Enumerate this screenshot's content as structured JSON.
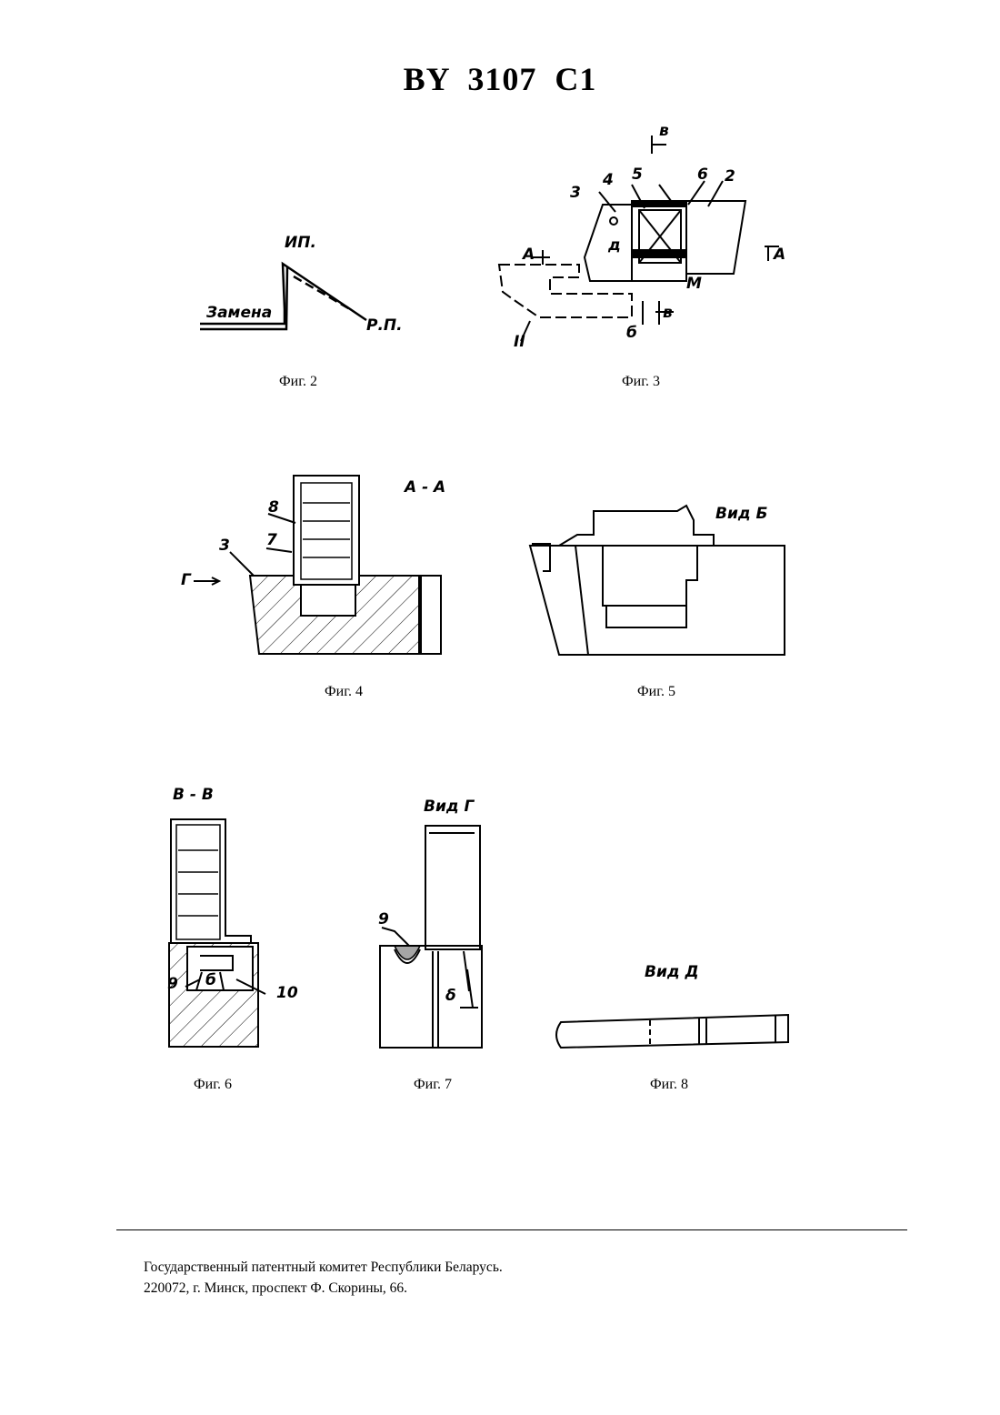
{
  "header": {
    "title": "BY 3107 C1"
  },
  "figures": {
    "fig2": {
      "caption": "Фиг. 2",
      "labels": {
        "top": "ИП.",
        "left": "Замена",
        "right": "Р.П."
      }
    },
    "fig3": {
      "caption": "Фиг. 3",
      "labels": {
        "n3": "3",
        "n4": "4",
        "n5": "5",
        "n6": "6",
        "n2": "2",
        "sectionA_left": "А",
        "sectionA_right": "А",
        "sectionB_top": "в",
        "sectionB_bottom": "б",
        "sectionV_bottom": "в",
        "m": "М",
        "roman2": "II",
        "d": "д"
      }
    },
    "fig4": {
      "caption": "Фиг. 4",
      "labels": {
        "section": "А - А",
        "n8": "8",
        "n7": "7",
        "n3": "3",
        "g": "Г"
      }
    },
    "fig5": {
      "caption": "Фиг. 5",
      "labels": {
        "view": "Вид Б"
      }
    },
    "fig6": {
      "caption": "Фиг. 6",
      "labels": {
        "section": "В - В",
        "n9": "9",
        "n6": "б",
        "n10": "10"
      }
    },
    "fig7": {
      "caption": "Фиг. 7",
      "labels": {
        "view": "Вид Г",
        "n9": "9",
        "delta": "δ"
      }
    },
    "fig8": {
      "caption": "Фиг. 8",
      "labels": {
        "view": "Вид Д"
      }
    }
  },
  "footer": {
    "line1": "Государственный патентный комитет Республики Беларусь.",
    "line2": "220072, г. Минск, проспект Ф. Скорины, 66."
  }
}
